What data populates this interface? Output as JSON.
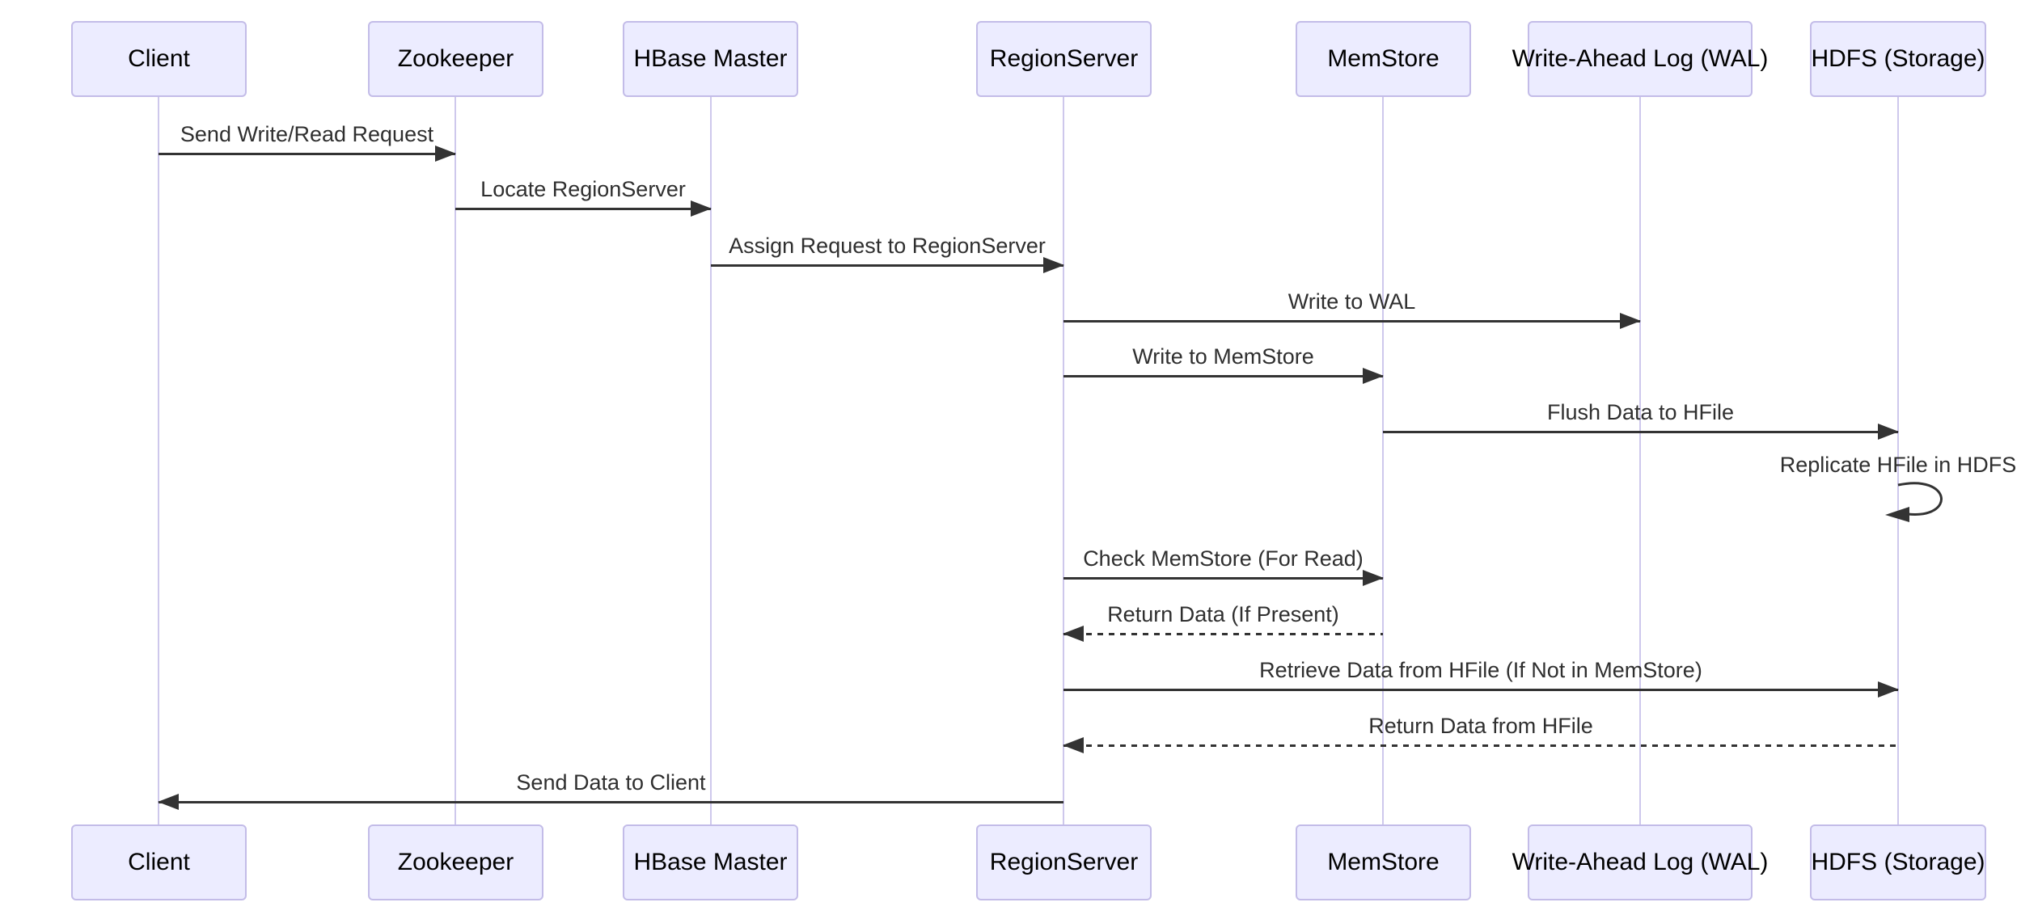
{
  "diagram": {
    "type": "sequence-diagram",
    "colors": {
      "actor_fill": "#ECECFF",
      "actor_border": "#C3BCE8",
      "lifeline": "#CEC8EC",
      "arrow": "#333333",
      "label_text": "#2F2F2F",
      "actor_text": "#000000",
      "background": "#FFFFFF"
    },
    "actors": [
      {
        "label": "Client"
      },
      {
        "label": "Zookeeper"
      },
      {
        "label": "HBase Master"
      },
      {
        "label": "RegionServer"
      },
      {
        "label": "MemStore"
      },
      {
        "label": "Write-Ahead Log (WAL)"
      },
      {
        "label": "HDFS (Storage)"
      }
    ],
    "messages": [
      {
        "from": "Client",
        "to": "Zookeeper",
        "text": "Send Write/Read Request",
        "line": "solid",
        "direction": "right"
      },
      {
        "from": "Zookeeper",
        "to": "HBase Master",
        "text": "Locate RegionServer",
        "line": "solid",
        "direction": "right"
      },
      {
        "from": "HBase Master",
        "to": "RegionServer",
        "text": "Assign Request to RegionServer",
        "line": "solid",
        "direction": "right"
      },
      {
        "from": "RegionServer",
        "to": "Write-Ahead Log (WAL)",
        "text": "Write to WAL",
        "line": "solid",
        "direction": "right"
      },
      {
        "from": "RegionServer",
        "to": "MemStore",
        "text": "Write to MemStore",
        "line": "solid",
        "direction": "right"
      },
      {
        "from": "MemStore",
        "to": "HDFS (Storage)",
        "text": "Flush Data to HFile",
        "line": "solid",
        "direction": "right"
      },
      {
        "from": "HDFS (Storage)",
        "to": "HDFS (Storage)",
        "text": "Replicate HFile in HDFS",
        "line": "solid",
        "direction": "self-loop"
      },
      {
        "from": "RegionServer",
        "to": "MemStore",
        "text": "Check MemStore (For Read)",
        "line": "solid",
        "direction": "right"
      },
      {
        "from": "MemStore",
        "to": "RegionServer",
        "text": "Return Data (If Present)",
        "line": "dashed",
        "direction": "left"
      },
      {
        "from": "RegionServer",
        "to": "HDFS (Storage)",
        "text": "Retrieve Data from HFile (If Not in MemStore)",
        "line": "solid",
        "direction": "right"
      },
      {
        "from": "HDFS (Storage)",
        "to": "RegionServer",
        "text": "Return Data from HFile",
        "line": "dashed",
        "direction": "left"
      },
      {
        "from": "RegionServer",
        "to": "Client",
        "text": "Send Data to Client",
        "line": "solid",
        "direction": "left"
      }
    ]
  }
}
